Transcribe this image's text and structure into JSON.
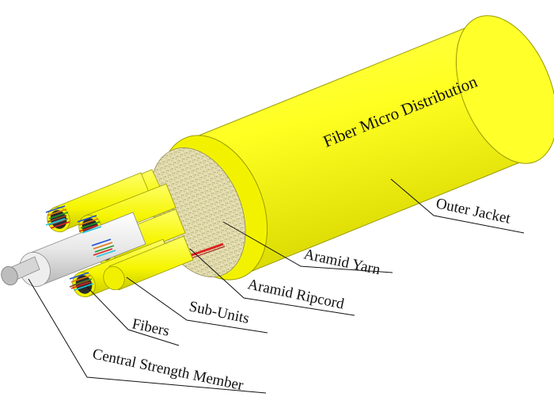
{
  "diagram": {
    "jacket_text": "Fiber Micro Distribution",
    "labels": {
      "outer_jacket": "Outer Jacket",
      "aramid_yarn": "Aramid Yarn",
      "aramid_ripcord": "Aramid Ripcord",
      "sub_units": "Sub-Units",
      "fibers": "Fibers",
      "central_strength_member": "Central Strength Member"
    },
    "colors": {
      "jacket": "#ffff33",
      "jacket_shadow": "#d8d800",
      "aramid": "#d9d3a2",
      "ripcord": "#e02020",
      "central_member": "#dcdcdc"
    }
  }
}
